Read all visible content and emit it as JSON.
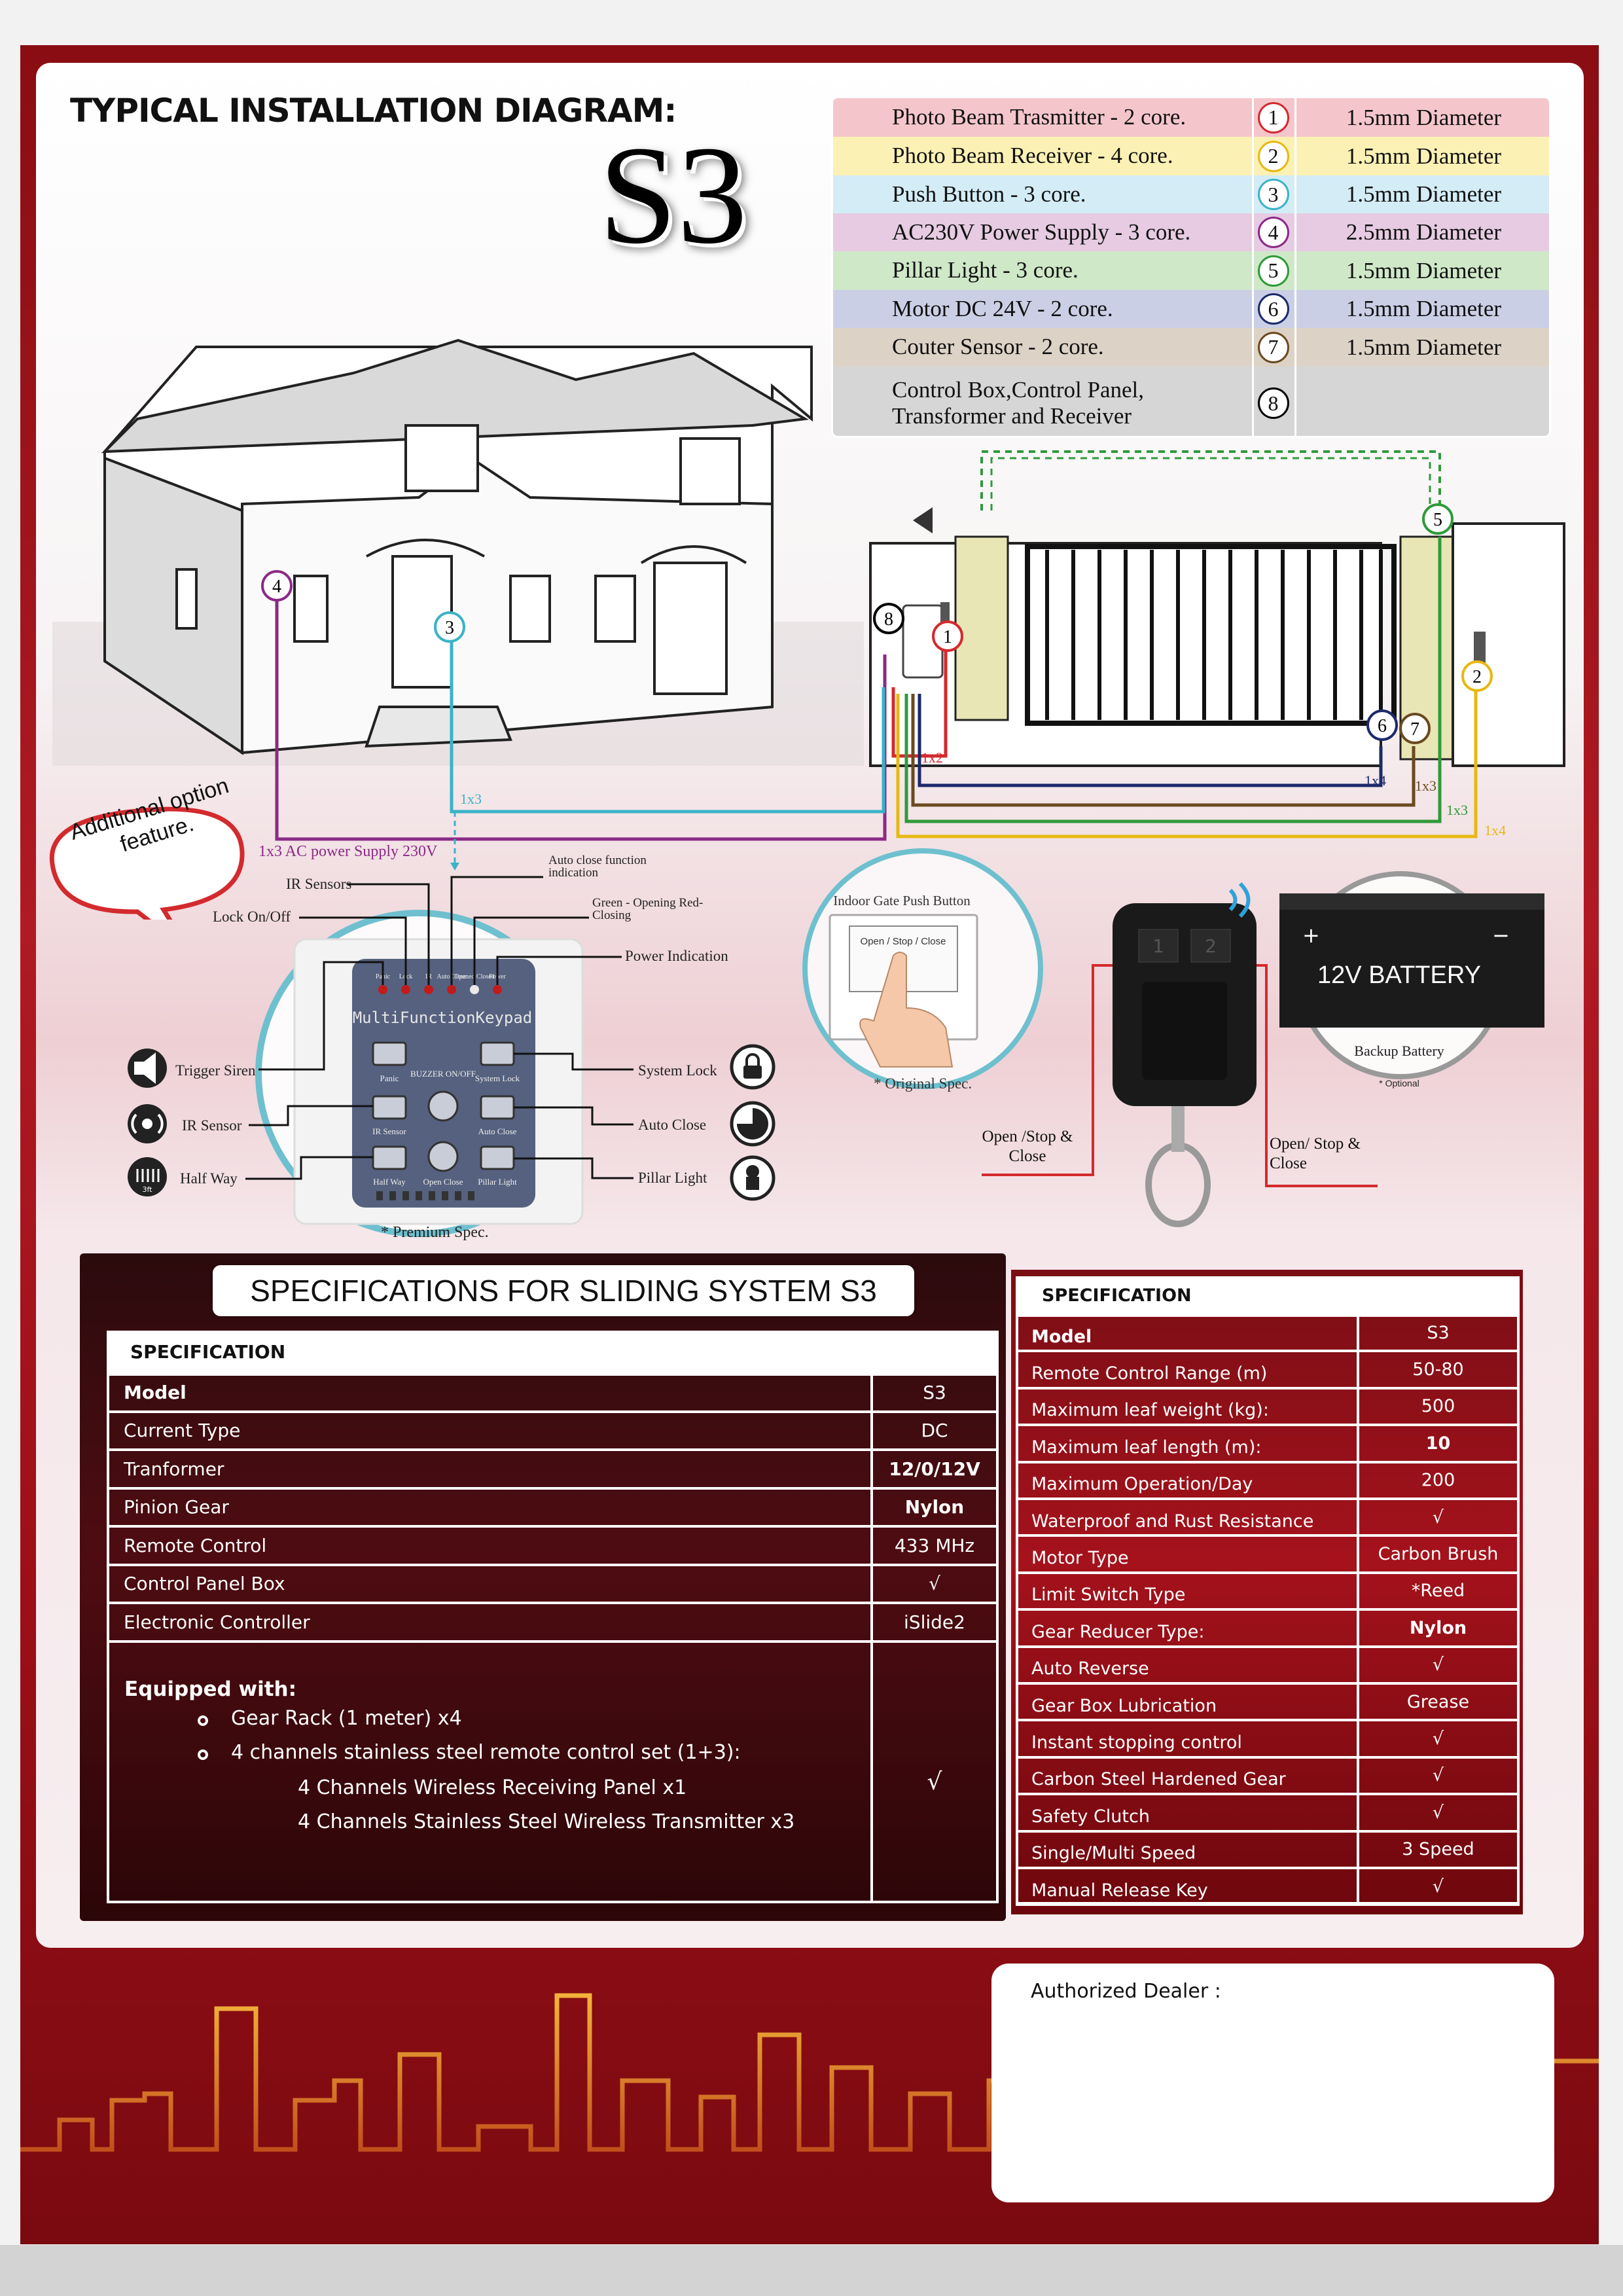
{
  "header": {
    "title": "TYPICAL INSTALLATION DIAGRAM:",
    "model": "S3"
  },
  "legend": [
    {
      "name": "Photo Beam Trasmitter - 2 core.",
      "num": "1",
      "diameter": "1.5mm Diameter",
      "bg": "#f4c6cc",
      "color": "#d32a2e"
    },
    {
      "name": "Photo Beam Receiver - 4 core.",
      "num": "2",
      "diameter": "1.5mm Diameter",
      "bg": "#fcf1b4",
      "color": "#e5b913"
    },
    {
      "name": "Push Button - 3 core.",
      "num": "3",
      "diameter": "1.5mm Diameter",
      "bg": "#d3ecf5",
      "color": "#3bb2c9"
    },
    {
      "name": "AC230V Power Supply - 3 core.",
      "num": "4",
      "diameter": "2.5mm Diameter",
      "bg": "#e6cbe2",
      "color": "#8b2a86"
    },
    {
      "name": "Pillar Light - 3 core.",
      "num": "5",
      "diameter": "1.5mm Diameter",
      "bg": "#cfe8c8",
      "color": "#2f9a3a"
    },
    {
      "name": "Motor DC 24V - 2 core.",
      "num": "6",
      "diameter": "1.5mm Diameter",
      "bg": "#cbcfe6",
      "color": "#1d2a6b"
    },
    {
      "name": "Couter Sensor - 2 core.",
      "num": "7",
      "diameter": "1.5mm Diameter",
      "bg": "#ddd2c6",
      "color": "#6a4a20"
    },
    {
      "name": "Control Box,Control Panel, Transformer and Receiver",
      "num": "8",
      "diameter": "",
      "bg": "#d6d6d6",
      "color": "#000000"
    }
  ],
  "diagram": {
    "cable_labels": {
      "c1": "1x2",
      "c3": "1x3",
      "c6": "1x4",
      "c7": "1x3",
      "c5": "1x3",
      "c2": "1x4"
    },
    "power_label": "1x3 AC power Supply 230V",
    "bubble": "Additional option feature.",
    "keypad": {
      "title": "MultiFunctionKeypad",
      "callouts_top": [
        "IR Sensors",
        "Lock On/Off",
        "Auto close function indication",
        "Green - Opening Red- Closing",
        "Power Indication"
      ],
      "left": [
        "Trigger Siren",
        "IR Sensor",
        "Half Way"
      ],
      "right": [
        "System Lock",
        "Auto Close",
        "Pillar Light"
      ],
      "btn_labels": [
        "Panic",
        "BUZZER ON/OFF",
        "System Lock",
        "IR Sensor",
        "Auto Close",
        "Half Way",
        "Open Close",
        "Pillar Light"
      ],
      "led_labels": [
        "Panic",
        "Lock",
        "IR",
        "Auto Close",
        "Opened Closed",
        "Power"
      ],
      "note": "* Premium Spec."
    },
    "push_button": {
      "title": "Indoor Gate Push Button",
      "switch": "Open / Stop / Close",
      "note": "* Original Spec."
    },
    "remote": {
      "left": "Open /Stop & Close",
      "right": "Open/ Stop & Close",
      "keys": [
        "1",
        "2"
      ]
    },
    "battery": {
      "plus": "+",
      "minus": "−",
      "label": "12V BATTERY",
      "caption": "Backup Battery",
      "note": "* Optional"
    },
    "halfway_icon": "3ft"
  },
  "spec_title": "SPECIFICATIONS FOR SLIDING SYSTEM S3",
  "left_table": {
    "header": "SPECIFICATION",
    "rows": [
      {
        "k": "Model",
        "v": "S3"
      },
      {
        "k": "Current Type",
        "v": "DC"
      },
      {
        "k": "Tranformer",
        "v": "12/0/12V"
      },
      {
        "k": "Pinion Gear",
        "v": "Nylon"
      },
      {
        "k": "Remote Control",
        "v": "433 MHz"
      },
      {
        "k": "Control Panel Box",
        "v": "√"
      },
      {
        "k": "Electronic Controller",
        "v": "iSlide2"
      }
    ],
    "equipped": {
      "title": "Equipped with:",
      "items": [
        "Gear Rack (1 meter) x4",
        "4 channels stainless steel remote control set (1+3):"
      ],
      "sub": [
        "4 Channels Wireless Receiving Panel   x1",
        "4 Channels Stainless Steel Wireless Transmitter x3"
      ],
      "v": "√"
    }
  },
  "right_table": {
    "header": "SPECIFICATION",
    "rows": [
      {
        "k": "Model",
        "v": "S3"
      },
      {
        "k": "Remote Control Range (m)",
        "v": "50-80"
      },
      {
        "k": "Maximum leaf weight (kg):",
        "v": "500"
      },
      {
        "k": "Maximum leaf length (m):",
        "v": "10"
      },
      {
        "k": "Maximum Operation/Day",
        "v": "200"
      },
      {
        "k": "Waterproof and Rust Resistance",
        "v": "√"
      },
      {
        "k": "Motor Type",
        "v": "Carbon Brush"
      },
      {
        "k": "Limit Switch Type",
        "v": "*Reed"
      },
      {
        "k": "Gear Reducer Type:",
        "v": "Nylon"
      },
      {
        "k": "Auto Reverse",
        "v": "√"
      },
      {
        "k": "Gear Box Lubrication",
        "v": "Grease"
      },
      {
        "k": "Instant stopping control",
        "v": "√"
      },
      {
        "k": "Carbon Steel Hardened Gear",
        "v": "√"
      },
      {
        "k": "Safety Clutch",
        "v": "√"
      },
      {
        "k": "Single/Multi Speed",
        "v": "3 Speed"
      },
      {
        "k": "Manual Release Key",
        "v": "√"
      }
    ]
  },
  "dealer": {
    "label": "Authorized Dealer :"
  }
}
